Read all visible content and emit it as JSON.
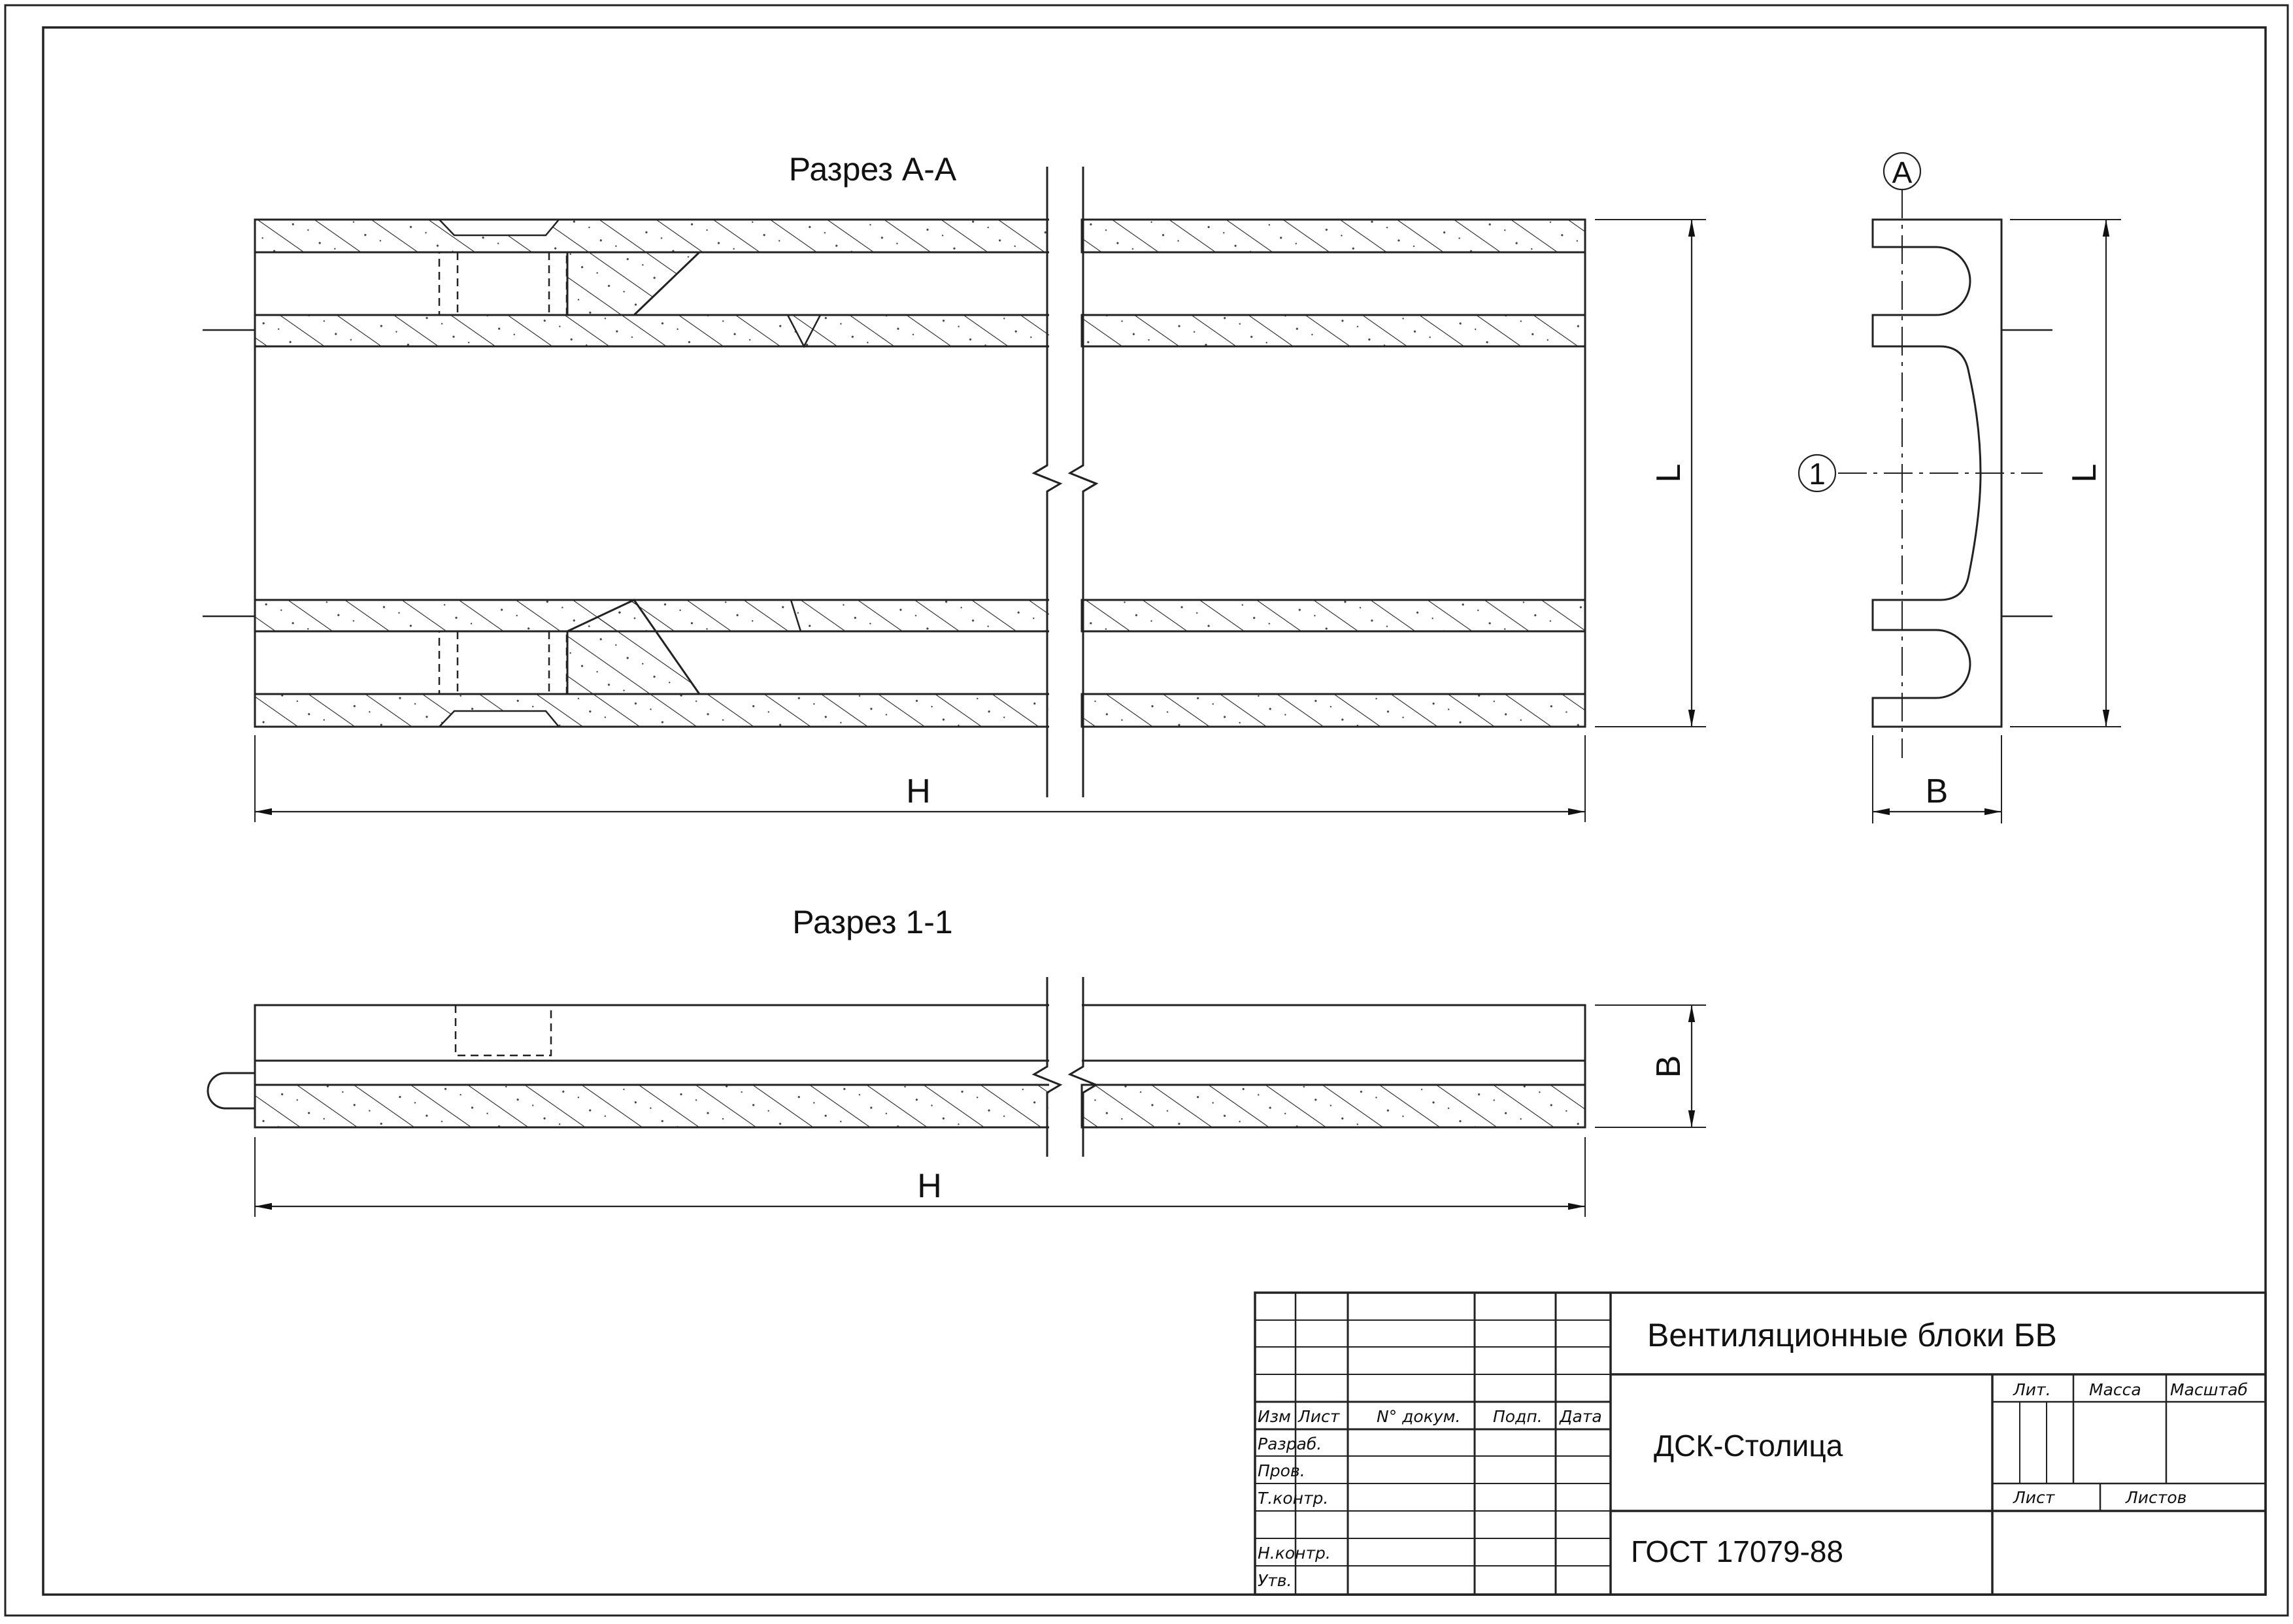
{
  "views": {
    "section_aa_title": "Разрез А-А",
    "section_11_title": "Разрез 1-1",
    "dim_H_top": "H",
    "dim_H_bottom": "H",
    "dim_L_section": "L",
    "dim_L_side": "L",
    "dim_B_side": "B",
    "dim_B_section": "B",
    "axis_A": "А",
    "axis_1": "1"
  },
  "title_block": {
    "title": "Вентиляционные блоки БВ",
    "organization": "ДСК-Столица",
    "standard": "ГОСТ 17079-88",
    "col_izm": "Изм",
    "col_list": "Лист",
    "col_dokum": "N° докум.",
    "col_podp": "Подп.",
    "col_data": "Дата",
    "row_razrab": "Разраб.",
    "row_prov": "Пров.",
    "row_tkontr": "Т.контр.",
    "row_nkontr": "Н.контр.",
    "row_utv": "Утв.",
    "lit": "Лит.",
    "massa": "Масса",
    "masshtab": "Масштаб",
    "list": "Лист",
    "listov": "Листов"
  }
}
